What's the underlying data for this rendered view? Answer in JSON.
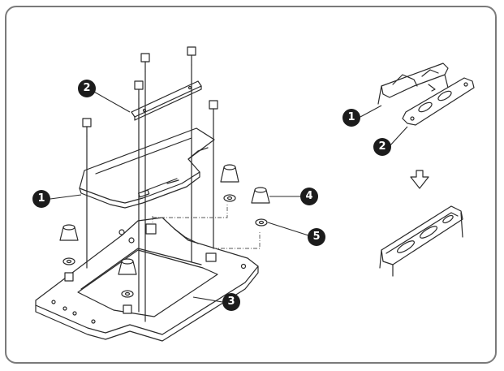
{
  "callouts": {
    "main_1": "1",
    "main_2": "2",
    "main_3": "3",
    "main_4": "4",
    "main_5": "5",
    "inset_1": "1",
    "inset_2": "2"
  }
}
